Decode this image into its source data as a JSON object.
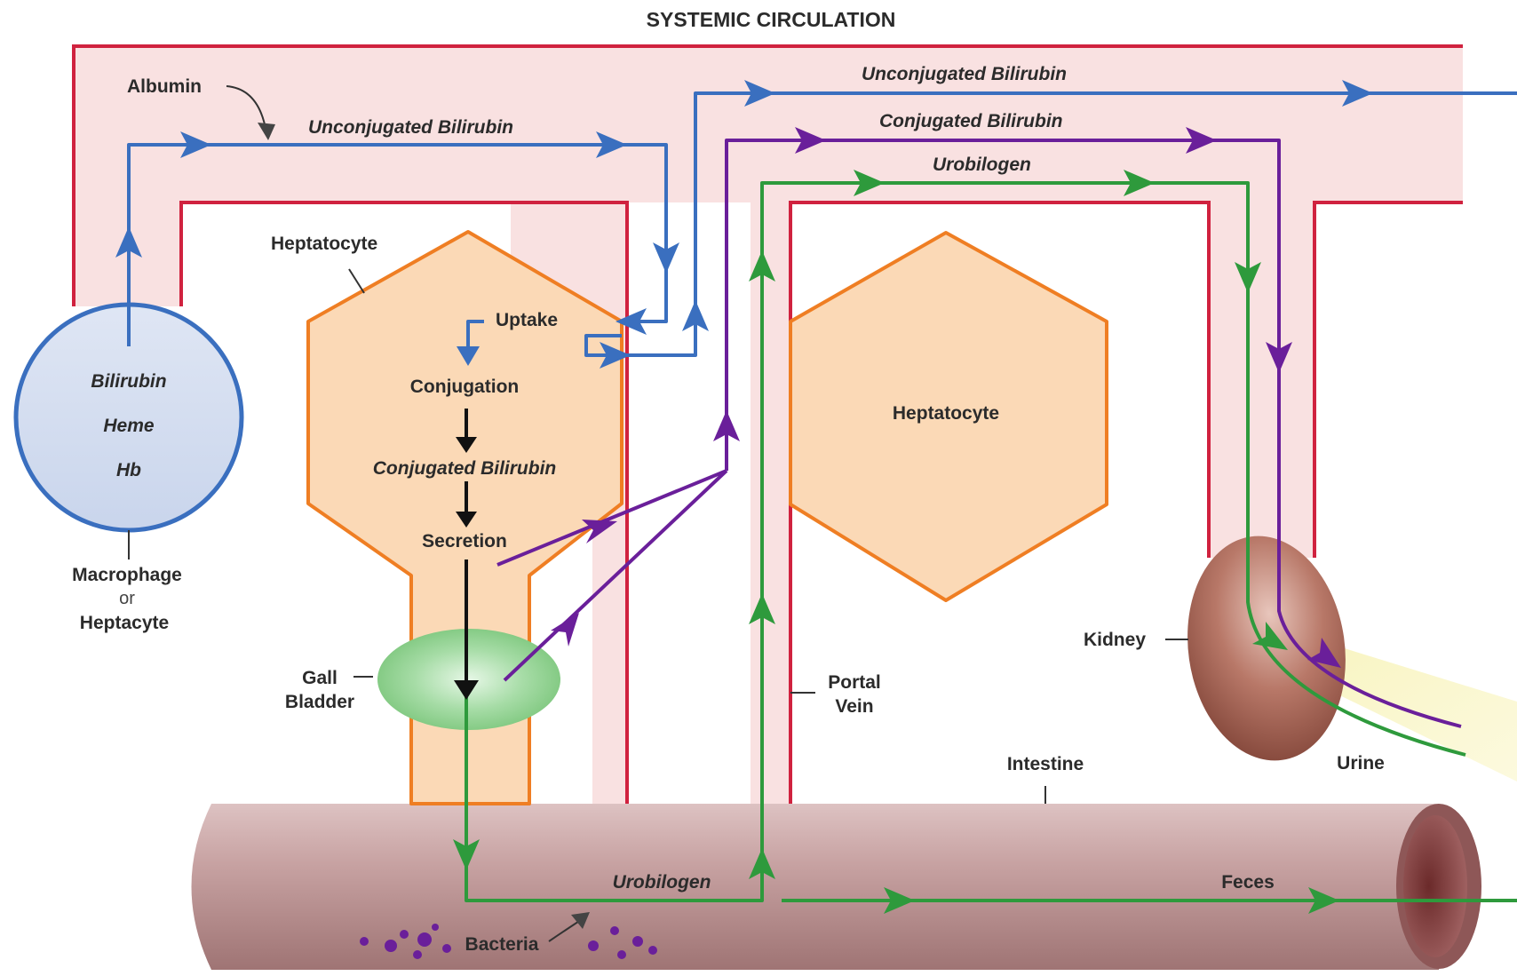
{
  "title": "SYSTEMIC CIRCULATION",
  "labels": {
    "albumin": "Albumin",
    "unconj_left": "Unconjugated Bilirubin",
    "unconj_top": "Unconjugated Bilirubin",
    "conj_top": "Conjugated Bilirubin",
    "urobilogen_top": "Urobilogen",
    "hepatocyte_left": "Heptatocyte",
    "hepatocyte_right": "Heptatocyte",
    "uptake": "Uptake",
    "conjugation": "Conjugation",
    "conj_inner": "Conjugated Bilirubin",
    "secretion": "Secretion",
    "cell_bilirubin": "Bilirubin",
    "cell_heme": "Heme",
    "cell_hb": "Hb",
    "macrophage": "Macrophage",
    "or": "or",
    "heptacyte": "Heptacyte",
    "gall": "Gall",
    "bladder": "Bladder",
    "portal": "Portal",
    "vein": "Vein",
    "kidney": "Kidney",
    "urine": "Urine",
    "intestine": "Intestine",
    "urobilogen_bottom": "Urobilogen",
    "feces": "Feces",
    "bacteria": "Bacteria"
  },
  "colors": {
    "vessel_border": "#d0223f",
    "vessel_fill": "#f9e1e1",
    "unconjugated": "#3a6fbf",
    "conjugated": "#6a1f9a",
    "urobilogen": "#2e9a3c",
    "hepatocyte_fill": "#fbd9b6",
    "hepatocyte_border": "#ef7e23",
    "intestine": "#c9a4a4",
    "kidney": "#9b5a48",
    "gallbladder": "#8fd28f"
  }
}
